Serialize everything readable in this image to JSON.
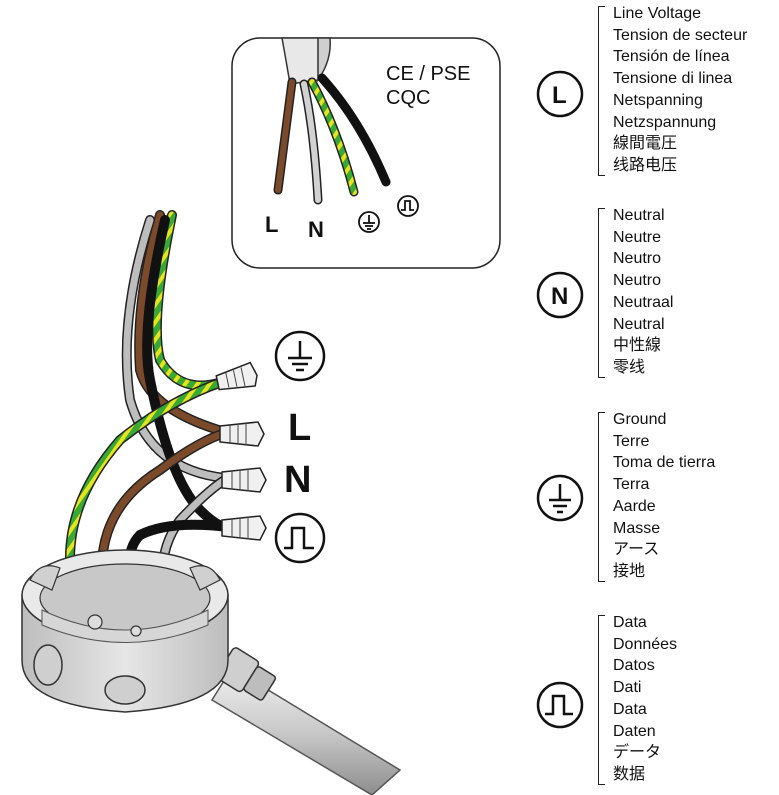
{
  "inset": {
    "standard_line1": "CE / PSE",
    "standard_line2": "CQC",
    "wire_letter_l": "L",
    "wire_letter_n": "N"
  },
  "terminals": {
    "line_letter": "L",
    "neutral_letter": "N"
  },
  "legend": [
    {
      "symbol": "L",
      "icon": "line-voltage-icon",
      "labels": [
        "Line Voltage",
        "Tension de secteur",
        "Tensión de línea",
        "Tensione di linea",
        "Netspanning",
        "Netzspannung",
        "線間電圧",
        "线路电压"
      ]
    },
    {
      "symbol": "N",
      "icon": "neutral-icon",
      "labels": [
        "Neutral",
        "Neutre",
        "Neutro",
        "Neutro",
        "Neutraal",
        "Neutral",
        "中性線",
        "零线"
      ]
    },
    {
      "symbol": "",
      "icon": "ground-icon",
      "labels": [
        "Ground",
        "Terre",
        "Toma de tierra",
        "Terra",
        "Aarde",
        "Masse",
        "アース",
        "接地"
      ]
    },
    {
      "symbol": "",
      "icon": "data-signal-icon",
      "labels": [
        "Data",
        "Données",
        "Datos",
        "Dati",
        "Data",
        "Daten",
        "データ",
        "数据"
      ]
    }
  ],
  "colors": {
    "line_wire": "#7a4a2a",
    "neutral_wire": "#b4b4b4",
    "ground_wire_green": "#39a935",
    "ground_wire_yellow": "#e7e31c",
    "data_wire": "#1a1a1a",
    "box_gray": "#dcdcdc"
  }
}
